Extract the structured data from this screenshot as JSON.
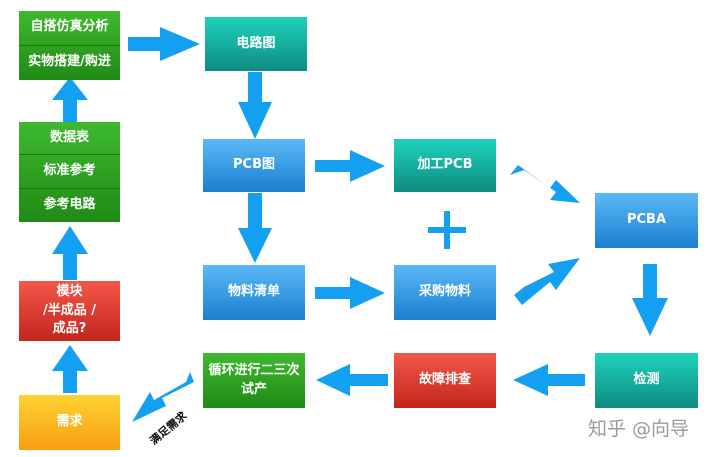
{
  "nodes": {
    "sim": "自搭仿真分析",
    "build": "实物搭建/购进",
    "datasheet": "数据表",
    "standard": "标准参考",
    "refcircuit": "参考电路",
    "module_l1": "模块",
    "module_l2": "/半成品 /",
    "module_l3": "成品?",
    "demand": "需求",
    "schematic": "电路图",
    "pcb": "PCB图",
    "bom": "物料清单",
    "fab": "加工PCB",
    "purchase": "采购物料",
    "pcba": "PCBA",
    "test": "检测",
    "debug": "故障排查",
    "loop_l1": "循环进行二三次",
    "loop_l2": "试产"
  },
  "plus": "+",
  "edge_label": "满足需求",
  "watermark": "知乎 @向导",
  "colors": {
    "arrow": "#14a0f0"
  }
}
